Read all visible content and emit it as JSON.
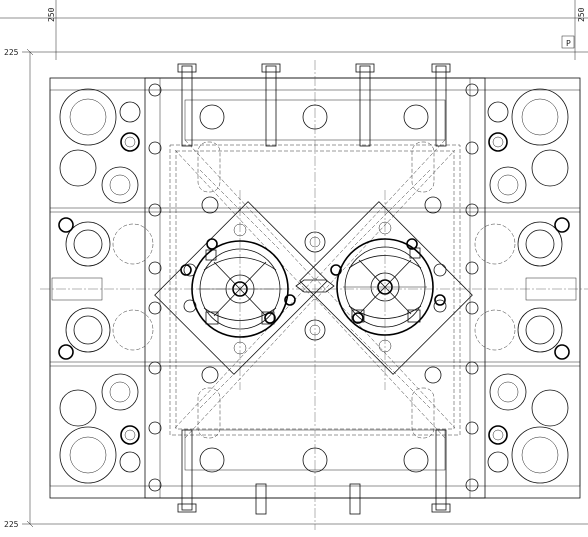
{
  "dimensions": {
    "top_left": "250",
    "top_right": "250",
    "left_top": "225",
    "left_bottom": "225",
    "corner_tag": "P"
  }
}
